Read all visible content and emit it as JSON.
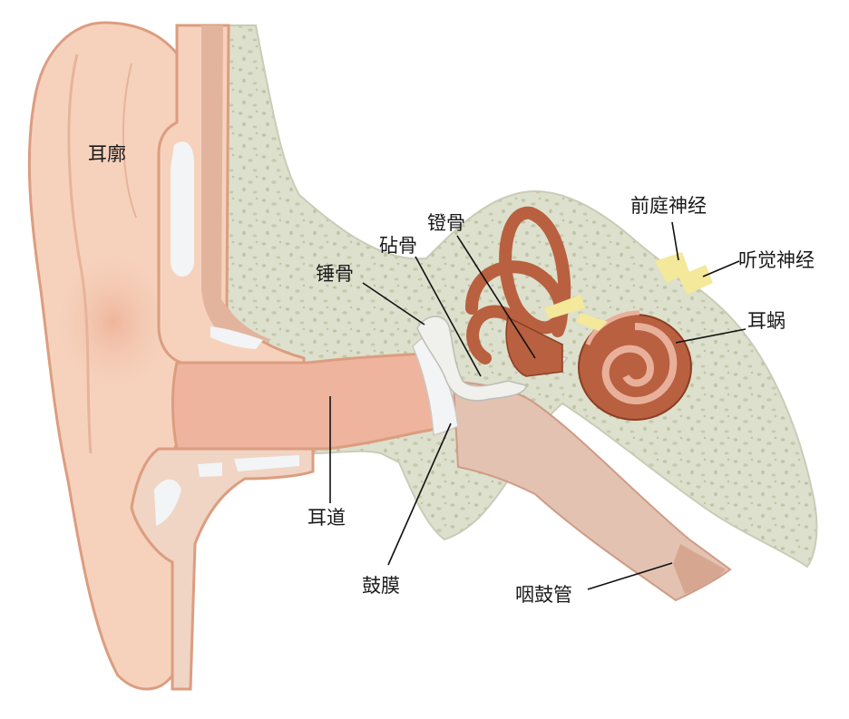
{
  "labels": {
    "pinna": "耳廓",
    "vestibular_nerve": "前庭神经",
    "stapes": "镫骨",
    "incus": "砧骨",
    "malleus": "锤骨",
    "auditory_nerve": "听觉神经",
    "cochlea": "耳蜗",
    "ear_canal": "耳道",
    "eardrum": "鼓膜",
    "eustachian_tube": "咽鼓管"
  },
  "colors": {
    "skin": "#f6d2bd",
    "skin_light": "#fbe6d8",
    "skin_outline": "#dc9d80",
    "canal": "#eeb49e",
    "canal_tissue": "#e3c2b2",
    "bone": "#dde0cc",
    "bone_pores": "#bfc4a8",
    "cartilage": "#f2f4f5",
    "labyrinth": "#b8603f",
    "labyrinth_dark": "#8a3e25",
    "nerve": "#f4e89a",
    "ossicle": "#f0f0ec",
    "leader_line": "#111111"
  }
}
